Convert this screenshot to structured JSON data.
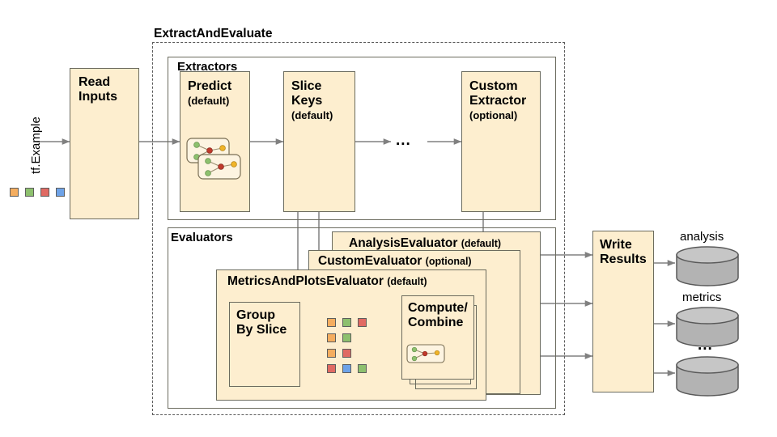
{
  "diagram": {
    "title_outer": "ExtractAndEvaluate",
    "input_label": "tf.Example",
    "read_inputs": {
      "line1": "Read",
      "line2": "Inputs"
    },
    "extractors": {
      "group_label": "Extractors",
      "ellipsis": "...",
      "boxes": [
        {
          "title_line1": "Predict",
          "title_line2": "",
          "subtitle": "(default)",
          "has_graph_icon": true
        },
        {
          "title_line1": "Slice",
          "title_line2": "Keys",
          "subtitle": "(default)",
          "has_graph_icon": false
        },
        {
          "title_line1": "Custom",
          "title_line2": "Extractor",
          "subtitle": "(optional)",
          "has_graph_icon": false
        }
      ]
    },
    "evaluators": {
      "group_label": "Evaluators",
      "cards": [
        {
          "name": "AnalysisEvaluator",
          "qualifier": "(default)"
        },
        {
          "name": "CustomEvaluator",
          "qualifier": "(optional)"
        },
        {
          "name": "MetricsAndPlotsEvaluator",
          "qualifier": "(default)"
        }
      ],
      "group_by_slice": {
        "line1": "Group",
        "line2": "By Slice"
      },
      "compute_combine": {
        "line1": "Compute/",
        "line2": "Combine"
      },
      "slice_rows": [
        [
          "orange",
          "green",
          "red"
        ],
        [
          "orange",
          "green"
        ],
        [
          "orange",
          "red"
        ],
        [
          "red",
          "blue",
          "green"
        ]
      ]
    },
    "write_results": {
      "line1": "Write",
      "line2": "Results"
    },
    "outputs": [
      {
        "label": "analysis"
      },
      {
        "label": "metrics"
      },
      {
        "label": "..."
      }
    ],
    "input_squares": [
      "orange",
      "green",
      "red",
      "blue"
    ],
    "colors": {
      "box_fill": "#fdeecf",
      "box_stroke": "#6b6b5e",
      "dashed_stroke": "#5a5a5a",
      "arrow": "#808080",
      "cylinder": "#b3b3b3",
      "cylinder_stroke": "#595959",
      "orange": "#f4ad5f",
      "green": "#8dc06e",
      "red": "#e06a63",
      "blue": "#6ea3e8"
    }
  }
}
